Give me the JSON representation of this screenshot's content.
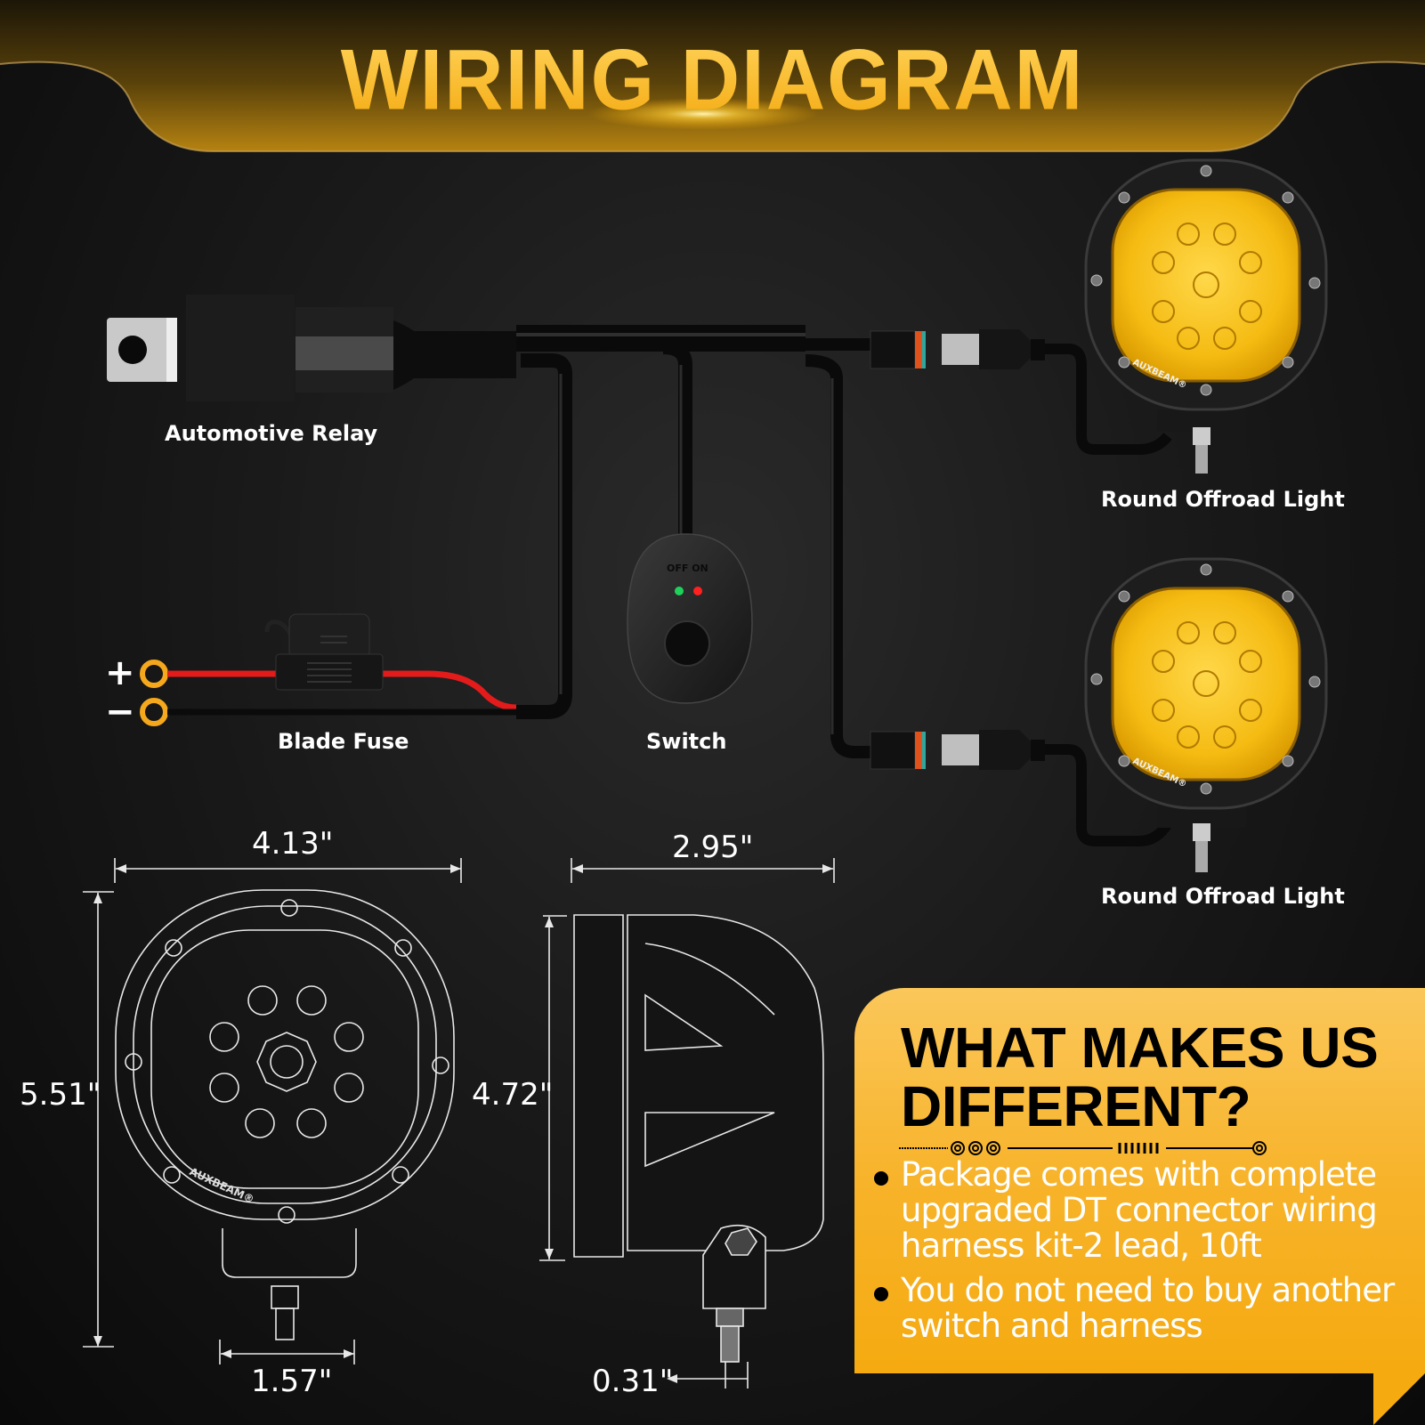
{
  "header": {
    "title": "WIRING DIAGRAM"
  },
  "components": {
    "relay": {
      "label": "Automotive Relay"
    },
    "fuse": {
      "label": "Blade Fuse"
    },
    "switch": {
      "label": "Switch",
      "indicator_text": "OFF ON",
      "leds": [
        "green",
        "red"
      ]
    },
    "battery_terminals": {
      "positive": "+",
      "negative": "−"
    },
    "light_top": {
      "label": "Round Offroad Light",
      "brand": "AUXBEAM®"
    },
    "light_bottom": {
      "label": "Round Offroad Light",
      "brand": "AUXBEAM®"
    }
  },
  "dimensions": {
    "front_width": "4.13\"",
    "front_height": "5.51\"",
    "bracket_width": "1.57\"",
    "side_depth": "2.95\"",
    "side_height": "4.72\"",
    "bolt_diameter": "0.31\"",
    "front_brand": "AUXBEAM®"
  },
  "feature_panel": {
    "title_line1": "WHAT MAKES US",
    "title_line2": "DIFFERENT?",
    "bullets": [
      "Package comes with complete upgraded DT connector wiring harness kit-2 lead, 10ft",
      "You do not need to buy another switch and harness"
    ]
  },
  "colors": {
    "accent": "#f7b318",
    "panel": "#f7b32a",
    "lens": "#f6c21a",
    "wire_positive": "#e31b1b",
    "background": "#141414"
  }
}
